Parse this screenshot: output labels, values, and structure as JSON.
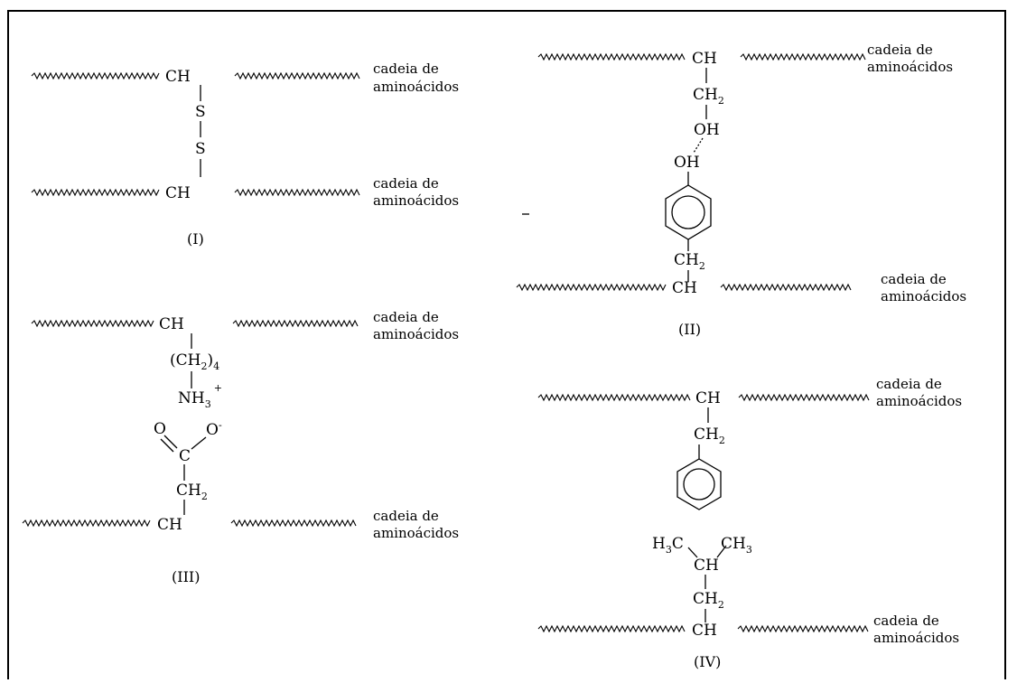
{
  "chain_label_line1": "cadeia de",
  "chain_label_line2": "aminoácidos",
  "structures": {
    "I": {
      "numeral": "(I)",
      "top_atom": "CH",
      "link_1": "S",
      "link_2": "S",
      "bottom_atom": "CH"
    },
    "II": {
      "numeral": "(II)",
      "top_atom": "CH",
      "ch2_top": "CH",
      "ch2_top_sub": "2",
      "oh_top": "OH",
      "oh_bottom": "OH",
      "ch2_bottom": "CH",
      "ch2_bottom_sub": "2",
      "bottom_atom": "CH"
    },
    "III": {
      "numeral": "(III)",
      "top_atom": "CH",
      "chain_group": "(CH",
      "chain_sub": "2",
      "chain_close": ")",
      "chain_count": "4",
      "amine": "NH",
      "amine_sub": "3",
      "amine_charge": "+",
      "carbonyl_o": "O",
      "carboxylate_o": "O",
      "carboxylate_charge": "-",
      "carbon": "C",
      "ch2": "CH",
      "ch2_sub": "2",
      "bottom_atom": "CH"
    },
    "IV": {
      "numeral": "(IV)",
      "top_atom": "CH",
      "ch2_top": "CH",
      "ch2_top_sub": "2",
      "methyl_left": "H",
      "methyl_left_sub": "3",
      "methyl_left_c": "C",
      "methyl_right": "CH",
      "methyl_right_sub": "3",
      "branch_ch": "CH",
      "ch2_bottom": "CH",
      "ch2_bottom_sub": "2",
      "bottom_atom": "CH"
    }
  }
}
